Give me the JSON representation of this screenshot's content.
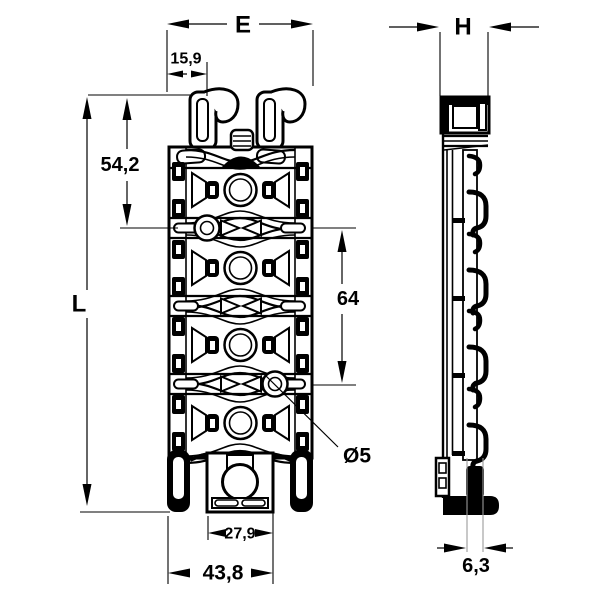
{
  "drawing": {
    "colors": {
      "background": "#ffffff",
      "line": "#000000",
      "dimension": "#000000",
      "hidden_line": "#9a9a9a"
    },
    "dimensions": {
      "overall_width": "E",
      "overall_depth": "H",
      "overall_height": "L",
      "top_to_first_hole": "54,2",
      "top_offset": "15,9",
      "hole_pitch": "64",
      "hole_diameter": "Ø5",
      "inner_width_bottom": "27,9",
      "outer_width_bottom": "43,8",
      "foot_depth": "6,3"
    }
  }
}
